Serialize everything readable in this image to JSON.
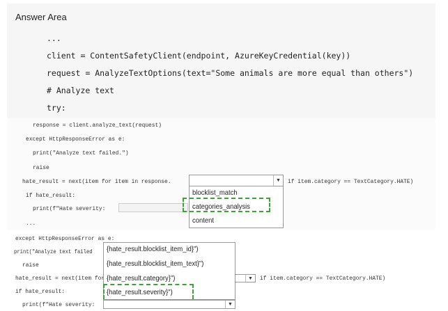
{
  "title": "Answer Area",
  "top_code": [
    "...",
    "client = ContentSafetyClient(endpoint, AzureKeyCredential(key))",
    "request = AnalyzeTextOptions(text=\"Some animals are more equal than others\")",
    "# Analyze text",
    "try:"
  ],
  "section1": {
    "lines": [
      "response = client.analyze_text(request)",
      "except HttpResponseError as e:",
      "print(\"Analyze text failed.\")",
      "raise",
      "hate_result = next(item for item in response.",
      "if item.category == TextCategory.HATE)",
      "if hate_result:",
      "print(f\"Hate severity:",
      "..."
    ],
    "dropdown_options": [
      "blocklist_match",
      "categories_analysis",
      "content"
    ],
    "selected_answer": "categories_analysis"
  },
  "section2": {
    "lines": [
      "except HttpResponseError as e:",
      "print(\"Analyze text failed",
      "raise",
      "hate_result = next(item for",
      "if item.category == TextCategory.HATE)",
      "if hate_result:",
      "print(f\"Hate severity:"
    ],
    "dropdown_options": [
      "{hate_result.blocklist_item_id}\")",
      "{hate_result.blocklist_item_text}\")",
      "{hate_result.category}\")",
      "{hate_result.severity}\")"
    ],
    "selected_answer": "{hate_result.severity}\")"
  },
  "arrow": "▼"
}
